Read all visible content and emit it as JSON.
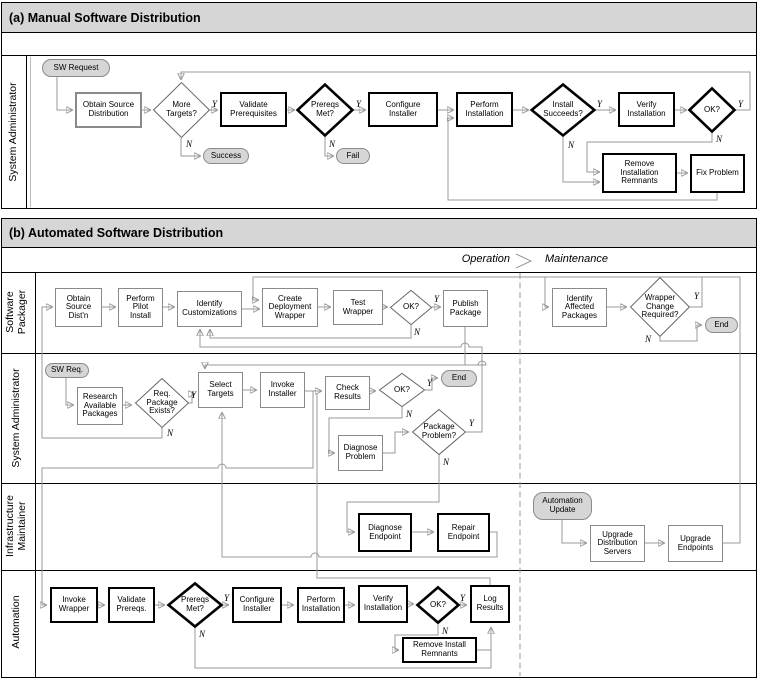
{
  "header_a": {
    "title": "(a) Manual Software Distribution"
  },
  "header_b": {
    "title": "(b) Automated Software Distribution"
  },
  "phases": {
    "operation": "Operation",
    "maintenance": "Maintenance"
  },
  "lanes": {
    "a_sysadmin": "System Administrator",
    "b_packager": "Software\nPackager",
    "b_sysadmin": "System Administrator",
    "b_infra": "Infrastructure\nMaintainer",
    "b_automation": "Automation"
  },
  "yn": {
    "y": "Y",
    "n": "N"
  },
  "colors": {
    "title_bar": "#d6d6d6",
    "pill_fill": "#d6d6d6",
    "line": "#999999",
    "bold_border": "#000000"
  },
  "nodes": {
    "a_sw_request": {
      "type": "terminator",
      "label": "SW Request"
    },
    "a_obtain": {
      "type": "process",
      "label": "Obtain Source\nDistribution"
    },
    "a_more_targets": {
      "type": "decision",
      "label": "More\nTargets?"
    },
    "a_success": {
      "type": "terminator",
      "label": "Success"
    },
    "a_validate": {
      "type": "process-bold",
      "label": "Validate\nPrerequisites"
    },
    "a_prereqs_met": {
      "type": "decision-bold",
      "label": "Prereqs\nMet?"
    },
    "a_fail": {
      "type": "terminator",
      "label": "Fail"
    },
    "a_configure": {
      "type": "process-bold",
      "label": "Configure\nInstaller"
    },
    "a_perform": {
      "type": "process-bold",
      "label": "Perform\nInstallation"
    },
    "a_install_succeeds": {
      "type": "decision-bold",
      "label": "Install\nSucceeds?"
    },
    "a_verify": {
      "type": "process-bold",
      "label": "Verify\nInstallation"
    },
    "a_ok": {
      "type": "decision-bold",
      "label": "OK?"
    },
    "a_remove": {
      "type": "process-bold",
      "label": "Remove\nInstallation\nRemnants"
    },
    "a_fix": {
      "type": "process-bold",
      "label": "Fix Problem"
    },
    "b_obtain": {
      "type": "process",
      "label": "Obtain\nSource\nDist'n"
    },
    "b_pilot": {
      "type": "process",
      "label": "Perform\nPilot\nInstall"
    },
    "b_identify": {
      "type": "process",
      "label": "Identify\nCustomizations"
    },
    "b_create": {
      "type": "process",
      "label": "Create\nDeployment\nWrapper"
    },
    "b_test": {
      "type": "process",
      "label": "Test\nWrapper"
    },
    "b_ok_test": {
      "type": "decision",
      "label": "OK?"
    },
    "b_publish": {
      "type": "process",
      "label": "Publish\nPackage"
    },
    "b_identify_affected": {
      "type": "process",
      "label": "Identify\nAffected\nPackages"
    },
    "b_wrapper_change": {
      "type": "decision",
      "label": "Wrapper\nChange\nRequired?"
    },
    "b_end_sp": {
      "type": "terminator",
      "label": "End"
    },
    "b_sw_req": {
      "type": "terminator",
      "label": "SW Req."
    },
    "b_research": {
      "type": "process",
      "label": "Research\nAvailable\nPackages"
    },
    "b_req_exists": {
      "type": "decision",
      "label": "Req.\nPackage\nExists?"
    },
    "b_select": {
      "type": "process",
      "label": "Select\nTargets"
    },
    "b_invoke_inst": {
      "type": "process",
      "label": "Invoke\nInstaller"
    },
    "b_check": {
      "type": "process",
      "label": "Check\nResults"
    },
    "b_ok_sa": {
      "type": "decision",
      "label": "OK?"
    },
    "b_end_sa": {
      "type": "terminator",
      "label": "End"
    },
    "b_diag_prob": {
      "type": "process",
      "label": "Diagnose\nProblem"
    },
    "b_pkg_prob": {
      "type": "decision",
      "label": "Package\nProblem?"
    },
    "b_diag_ep": {
      "type": "process-bold",
      "label": "Diagnose\nEndpoint"
    },
    "b_repair_ep": {
      "type": "process-bold",
      "label": "Repair\nEndpoint"
    },
    "b_auto_update": {
      "type": "terminator",
      "label": "Automation\nUpdate"
    },
    "b_upgrade_ds": {
      "type": "process",
      "label": "Upgrade\nDistribution\nServers"
    },
    "b_upgrade_ep": {
      "type": "process",
      "label": "Upgrade\nEndpoints"
    },
    "b_invoke_wrap": {
      "type": "process-bold",
      "label": "Invoke\nWrapper"
    },
    "b_validate2": {
      "type": "process-bold",
      "label": "Validate\nPrereqs."
    },
    "b_prereqs_met2": {
      "type": "decision-bold",
      "label": "Prereqs\nMet?"
    },
    "b_configure2": {
      "type": "process-bold",
      "label": "Configure\nInstaller"
    },
    "b_perform2": {
      "type": "process-bold",
      "label": "Perform\nInstallation"
    },
    "b_verify2": {
      "type": "process-bold",
      "label": "Verify\nInstallation"
    },
    "b_ok_auto": {
      "type": "decision-bold",
      "label": "OK?"
    },
    "b_log": {
      "type": "process-bold",
      "label": "Log\nResults"
    },
    "b_remove2": {
      "type": "process-bold",
      "label": "Remove Install\nRemnants"
    }
  }
}
